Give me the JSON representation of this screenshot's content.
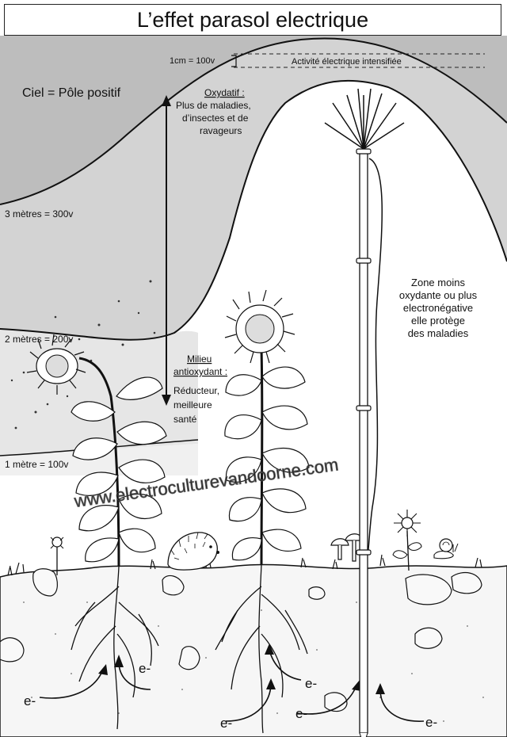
{
  "title": "L’effet parasol electrique",
  "labels": {
    "ciel": "Ciel = Pôle positif",
    "scale_1cm": "1cm = 100v",
    "activite": "Activité électrique intensifiée",
    "oxydatif_title": "Oxydatif :",
    "oxydatif_l1": "Plus de maladies,",
    "oxydatif_l2": "d’insectes et de",
    "oxydatif_l3": "ravageurs",
    "m3": "3 mètres = 300v",
    "m2": "2 mètres = 200v",
    "m1": "1 mètre = 100v",
    "milieu_l1": "Milieu",
    "milieu_l2": "antioxydant :",
    "milieu_l3": "Réducteur,",
    "milieu_l4": "meilleure",
    "milieu_l5": "santé",
    "zone_l1": "Zone moins",
    "zone_l2": "oxydante ou plus",
    "zone_l3": "electronégative",
    "zone_l4": "elle protège",
    "zone_l5": "des maladies",
    "electron": "e-",
    "watermark": "www.electroculturevandoorne.com"
  },
  "colors": {
    "sky_dark": "#bdbdbd",
    "sky_mid": "#d6d6d6",
    "sky_light": "#ebebeb",
    "ground": "#f4f4f4",
    "ink": "#111111"
  }
}
